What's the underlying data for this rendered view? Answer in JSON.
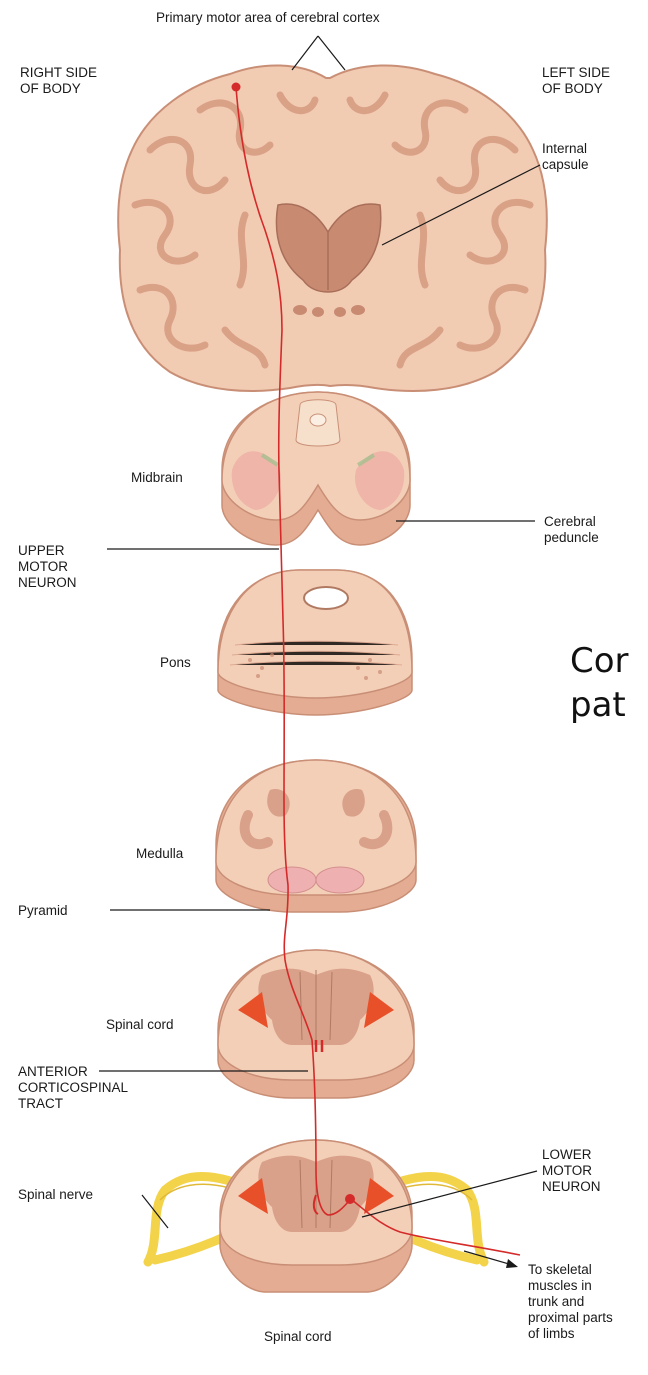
{
  "labels": {
    "primary_motor": "Primary motor area of cerebral cortex",
    "right_side_1": "RIGHT SIDE",
    "right_side_2": "OF BODY",
    "left_side_1": "LEFT SIDE",
    "left_side_2": "OF BODY",
    "internal_capsule_1": "Internal",
    "internal_capsule_2": "capsule",
    "midbrain": "Midbrain",
    "cerebral_peduncle_1": "Cerebral",
    "cerebral_peduncle_2": "peduncle",
    "upper_motor_1": "UPPER",
    "upper_motor_2": "MOTOR",
    "upper_motor_3": "NEURON",
    "pons": "Pons",
    "medulla": "Medulla",
    "pyramid": "Pyramid",
    "spinal_cord_upper": "Spinal cord",
    "anterior_1": "ANTERIOR",
    "anterior_2": "CORTICOSPINAL",
    "anterior_3": "TRACT",
    "spinal_nerve": "Spinal nerve",
    "lower_motor_1": "LOWER",
    "lower_motor_2": "MOTOR",
    "lower_motor_3": "NEURON",
    "skeletal_1": "To skeletal",
    "skeletal_2": "muscles in",
    "skeletal_3": "trunk and",
    "skeletal_4": "proximal parts",
    "skeletal_5": "of limbs",
    "spinal_cord_bottom": "Spinal cord"
  },
  "title_fragment": {
    "line1": "Cor",
    "line2": "pat"
  },
  "colors": {
    "tissue": "#f2cbb3",
    "tissue_dark": "#e0a990",
    "tissue_outline": "#c98f76",
    "gray_matter": "#d99a7c",
    "motor_nucleus": "#e8502a",
    "tract": "#d42a2a",
    "nerve": "#f3d34a",
    "pyramid_pink": "#eeb0b0"
  }
}
